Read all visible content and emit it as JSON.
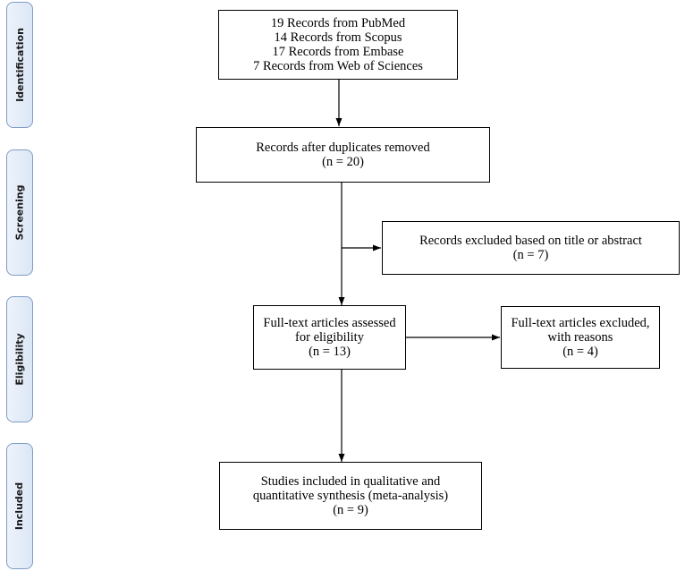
{
  "stages": {
    "identification": "Identification",
    "screening": "Screening",
    "eligibility": "Eligibility",
    "included": "Included"
  },
  "boxes": {
    "identification": {
      "lines": [
        "19 Records from PubMed",
        "14 Records from Scopus",
        "17 Records from Embase",
        "7 Records from Web of Sciences"
      ]
    },
    "duplicates_removed": {
      "label": "Records after duplicates removed",
      "count": "(n = 20)"
    },
    "excluded_title_abstract": {
      "label": "Records excluded based on title or abstract",
      "count": "(n = 7)"
    },
    "full_text_assessed": {
      "line1": "Full-text articles assessed",
      "line2": "for eligibility",
      "count": "(n = 13)"
    },
    "full_text_excluded": {
      "line1": "Full-text articles excluded,",
      "line2": "with reasons",
      "count": "(n = 4)"
    },
    "included": {
      "line1": "Studies included in qualitative and",
      "line2": "quantitative synthesis (meta-analysis)",
      "count": "(n = 9)"
    }
  }
}
